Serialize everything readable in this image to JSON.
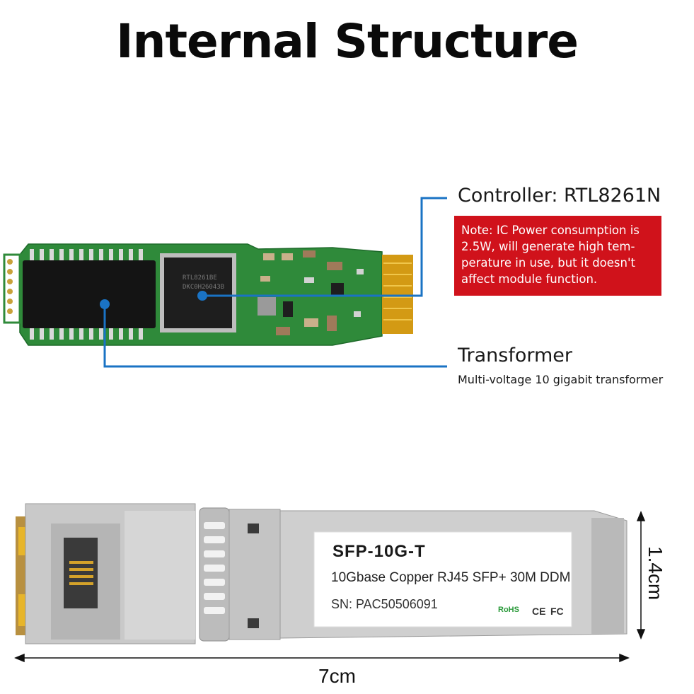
{
  "title": "Internal Structure",
  "callouts": {
    "controller": {
      "label": "Controller: RTL8261N",
      "note_lines": [
        "Note: IC Power consumption is",
        "2.5W, will generate high tem-",
        "perature in use, but it doesn't",
        "affect module function."
      ]
    },
    "transformer": {
      "label": "Transformer",
      "sublabel": "Multi-voltage 10 gigabit transformer"
    }
  },
  "chip_marking": [
    "RTL8261BE",
    "DKC0H2",
    "6043B"
  ],
  "module_label": {
    "model": "SFP-10G-T",
    "description": "10Gbase Copper RJ45 SFP+ 30M DDM",
    "serial": "SN: PAC50506091",
    "rohs": "RoHS",
    "ce": "CE",
    "fc": "FC"
  },
  "dimensions": {
    "length": "7cm",
    "height": "1.4cm"
  },
  "colors": {
    "callout_line": "#1a73c4",
    "note_bg": "#d0121b",
    "pcb": "#2f8a3a",
    "gold": "#e0a81c"
  }
}
